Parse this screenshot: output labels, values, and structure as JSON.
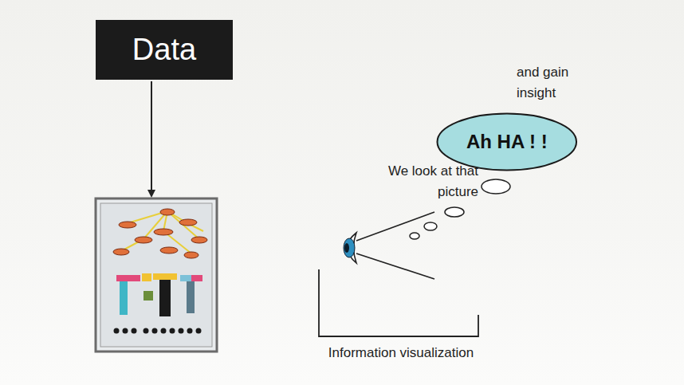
{
  "diagram": {
    "nodes": [
      {
        "text": [
          "Data"
        ]
      },
      {
        "text": [
          "Ah HA ! !"
        ]
      }
    ],
    "labels": [
      "and gain insight",
      "We look at that picture",
      "Information visualization"
    ]
  }
}
